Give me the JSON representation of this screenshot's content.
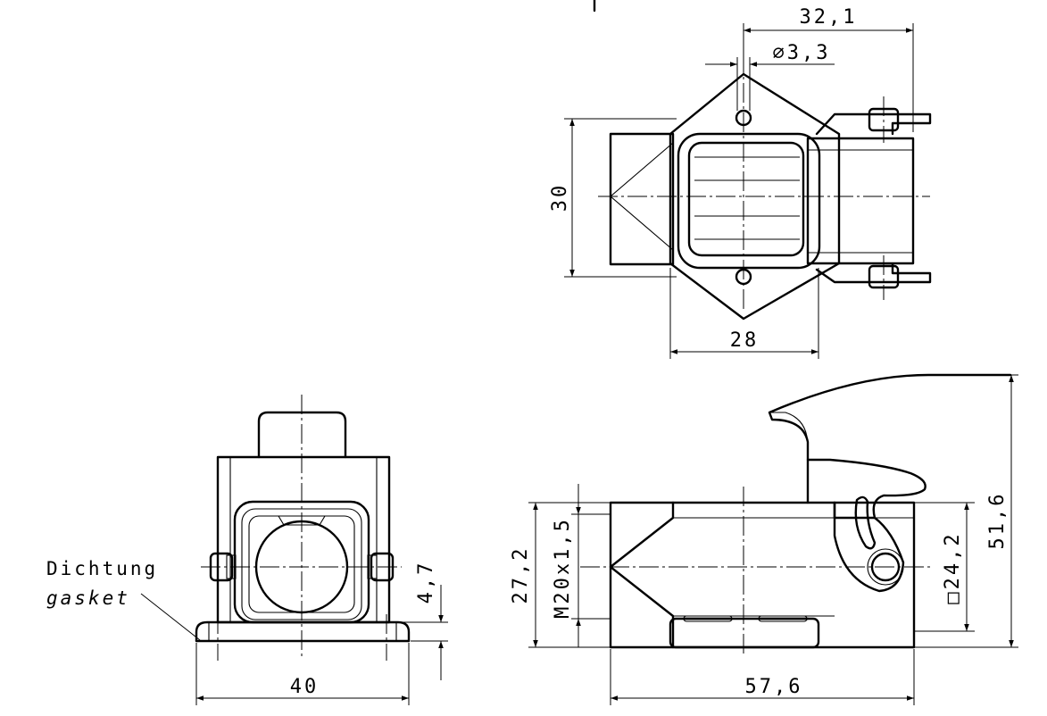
{
  "top_view": {
    "dim_width_overall": "32,1",
    "dim_hole_diameter": "⌀3,3",
    "dim_height": "30",
    "dim_flange_width": "28"
  },
  "front_view": {
    "gasket_label_de": "Dichtung",
    "gasket_label_en": "gasket",
    "dim_flange_height": "4,7",
    "dim_base_width": "40"
  },
  "side_view": {
    "dim_outer_height": "27,2",
    "dim_thread": "M20x1,5",
    "dim_square": "□24,2",
    "dim_total_height": "51,6",
    "dim_length": "57,6"
  }
}
